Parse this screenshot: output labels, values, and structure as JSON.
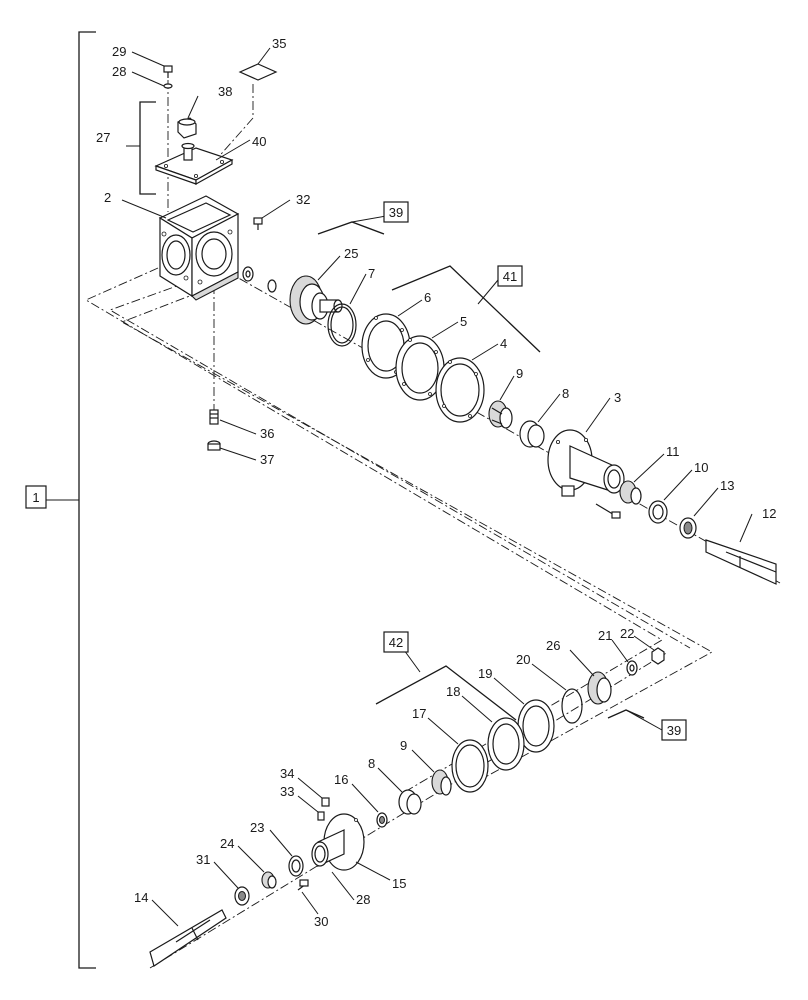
{
  "callouts": [
    "1",
    "2",
    "3",
    "4",
    "5",
    "6",
    "7",
    "8",
    "9",
    "10",
    "11",
    "12",
    "13",
    "14",
    "15",
    "16",
    "17",
    "18",
    "19",
    "20",
    "21",
    "22",
    "23",
    "24",
    "25",
    "26",
    "27",
    "28",
    "29",
    "30",
    "31",
    "32",
    "33",
    "34",
    "35",
    "36",
    "37",
    "38",
    "39",
    "40",
    "41",
    "42"
  ],
  "boxed": [
    "1",
    "39",
    "41",
    "42"
  ],
  "colors": {
    "line": "#1a1a1a",
    "background": "#ffffff",
    "shade": "#d9d9d9"
  }
}
